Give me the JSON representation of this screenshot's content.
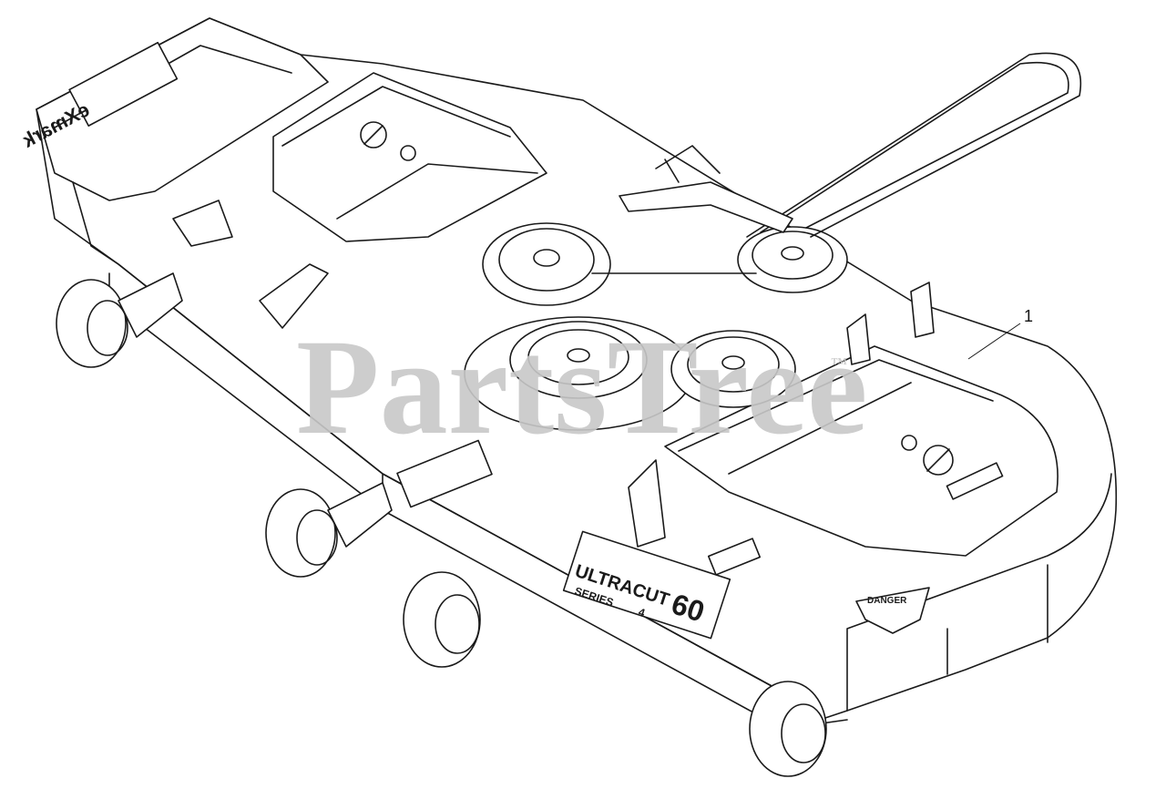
{
  "watermark": {
    "text": "PartsTree",
    "trademark": "™"
  },
  "callouts": [
    {
      "number": "1"
    }
  ],
  "decals": {
    "brand_logo": "eXmark",
    "series_badge_line1": "ULTRACUT",
    "series_badge_line2": "SERIES",
    "series_badge_number": "4",
    "deck_size": "60",
    "danger_label": "DANGER"
  },
  "colors": {
    "line": "#1a1a1a",
    "watermark": "#c8c8c8",
    "background": "#ffffff"
  }
}
